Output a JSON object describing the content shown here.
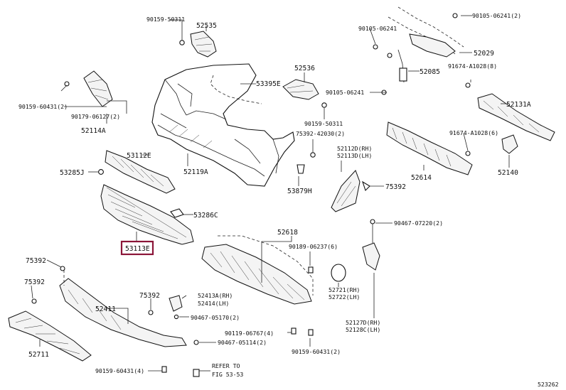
{
  "figure_code": "523262",
  "highlight_color": "#8b1538",
  "labels": {
    "p90159_50311_a": "90159-50311",
    "p52535": "52535",
    "p90105_06241_tl": "90105-06241",
    "p90105_06241_2_tr": "90105-06241(2)",
    "p52029": "52029",
    "p52085": "52085",
    "p91674_a1028_8": "91674-A1028(8)",
    "p52536": "52536",
    "p90105_06241_m": "90105-06241",
    "p53395e": "53395E",
    "p90159_60431_2_l": "90159-60431(2)",
    "p90179_06127_2": "90179-06127(2)",
    "p52114a": "52114A",
    "p90159_50311_b": "90159-50311",
    "p75392_42030_2": "75392-42030(2)",
    "p52131a": "52131A",
    "p53112e": "53112E",
    "p52119a": "52119A",
    "p52112d": "52112D(RH)",
    "p52113d": "52113D(LH)",
    "p91674_a1028_6": "91674-A1028(6)",
    "p53285j": "53285J",
    "p53879h": "53879H",
    "p75392_a": "75392",
    "p52614": "52614",
    "p52140": "52140",
    "p53286c": "53286C",
    "p90467_07220_2": "90467-07220(2)",
    "p53113e": "53113E",
    "p52618": "52618",
    "p90189_06237_6": "90189-06237(6)",
    "p75392_b": "75392",
    "p75392_c": "75392",
    "p52721": "52721(RH)",
    "p52722": "52722(LH)",
    "p75392_d": "75392",
    "p52413a": "52413A(RH)",
    "p52414": "52414(LH)",
    "p52411": "52411",
    "p90467_05170_2": "90467-05170(2)",
    "p52127d": "52127D(RH)",
    "p52128c": "52128C(LH)",
    "p90119_06767_4": "90119-06767(4)",
    "p90467_05114_2": "90467-05114(2)",
    "p52711": "52711",
    "p90159_60431_2_b": "90159-60431(2)",
    "p90159_60431_4": "90159-60431(4)",
    "refer_to": "REFER TO",
    "fig_ref": "FIG 53-53"
  }
}
